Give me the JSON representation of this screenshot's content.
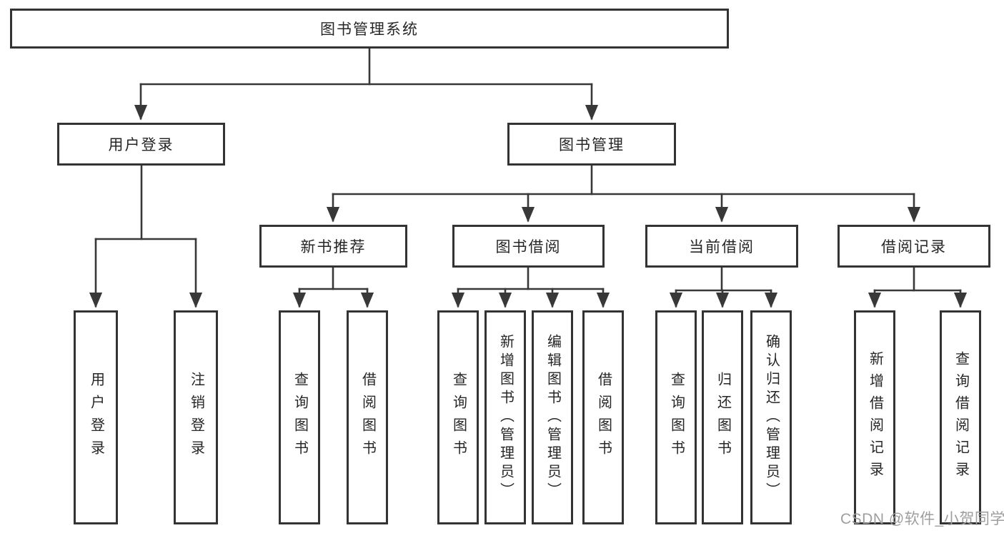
{
  "diagram": {
    "type": "hierarchy-tree",
    "colors": {
      "line": "#383838",
      "box_border": "#333333",
      "box_fill": "#ffffff",
      "text": "#262626",
      "watermark": "#9e9e9e",
      "background": "#ffffff"
    }
  },
  "tree": {
    "label": "图书管理系统",
    "children": [
      {
        "label": "用户登录",
        "children": [
          {
            "label": "用户登录"
          },
          {
            "label": "注销登录"
          }
        ]
      },
      {
        "label": "图书管理",
        "children": [
          {
            "label": "新书推荐",
            "children": [
              {
                "label": "查询图书"
              },
              {
                "label": "借阅图书"
              }
            ]
          },
          {
            "label": "图书借阅",
            "children": [
              {
                "label": "查询图书"
              },
              {
                "label": "新增图书（管理员）"
              },
              {
                "label": "编辑图书（管理员）"
              },
              {
                "label": "借阅图书"
              }
            ]
          },
          {
            "label": "当前借阅",
            "children": [
              {
                "label": "查询图书"
              },
              {
                "label": "归还图书"
              },
              {
                "label": "确认归还（管理员）"
              }
            ]
          },
          {
            "label": "借阅记录",
            "children": [
              {
                "label": "新增借阅记录"
              },
              {
                "label": "查询借阅记录"
              }
            ]
          }
        ]
      }
    ]
  },
  "watermark": {
    "text": "CSDN @软件_小贺同学"
  }
}
